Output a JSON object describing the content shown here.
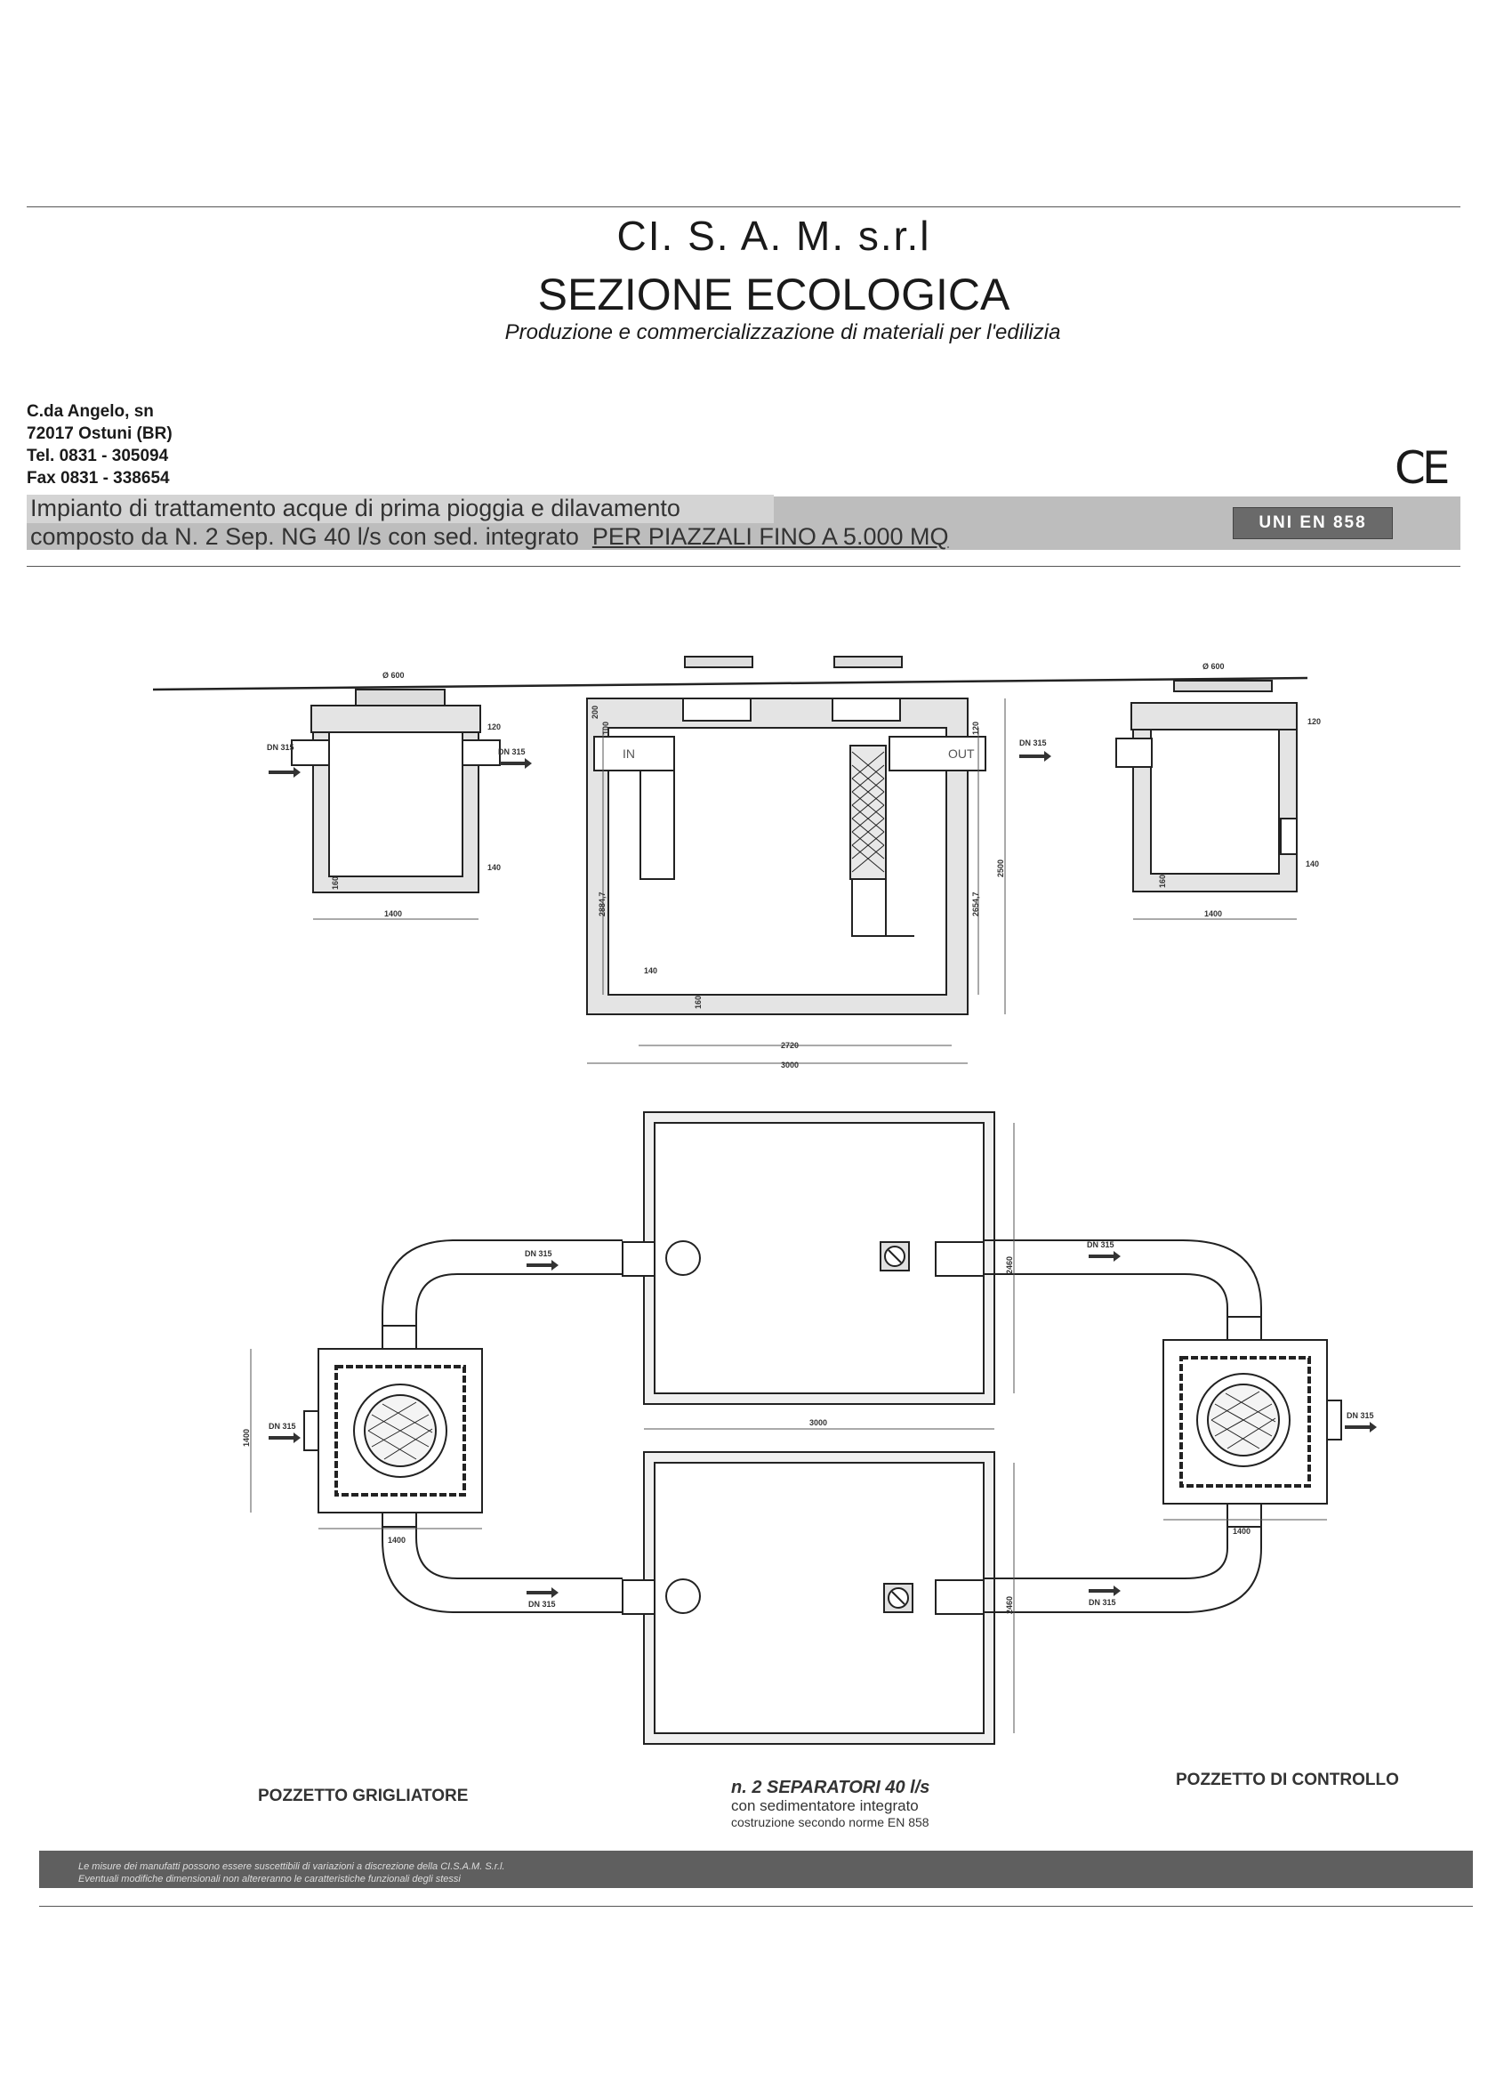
{
  "header": {
    "company": "CI. S. A. M.  s.r.l",
    "section": "SEZIONE ECOLOGICA",
    "tagline": "Produzione e commercializzazione di materiali per l'edilizia"
  },
  "address": {
    "street": "C.da Angelo, sn",
    "city": "72017 Ostuni  (BR)",
    "tel": "Tel. 0831 - 305094",
    "fax": "Fax 0831 - 338654"
  },
  "ce_mark": "CE",
  "description": {
    "line1": "Impianto di trattamento acque di prima pioggia e dilavamento",
    "line2_prefix": "composto da N. 2 Sep. NG 40 l/s con sed. integrato",
    "line2_underlined": "PER PIAZZALI FINO A 5.000 MQ",
    "standard_badge": "UNI EN 858"
  },
  "drawing": {
    "section_labels": {
      "diam_left": "Ø 600",
      "diam_right": "Ø 600",
      "dn_left_in": "DN 315",
      "dn_left_out": "DN 315",
      "dn_right_in": "DN 315",
      "in": "IN",
      "out": "OUT",
      "d120_left": "120",
      "d120_right": "120",
      "d120_sep": "120",
      "d140_left": "140",
      "d140_right": "140",
      "d140_sep": "140",
      "d160_left": "160",
      "d160_right": "160",
      "d160_sep": "160",
      "d200": "200",
      "d100": "100",
      "d1400_left": "1400",
      "d1400_right": "1400",
      "h_left": "2884,7",
      "h_right": "2654,7",
      "h_total": "2500",
      "w_inner": "2720",
      "w_outer": "3000"
    },
    "plan_labels": {
      "dn_top_left": "DN 315",
      "dn_top_right": "DN 315",
      "dn_bottom_left": "DN 315",
      "dn_bottom_right": "DN 315",
      "dn_in": "DN 315",
      "dn_out": "DN 315",
      "w_sep": "3000",
      "h_sep_top": "2460",
      "h_sep_bottom": "2460",
      "h_pozzetto": "1400",
      "w_pozzetto_left": "1400",
      "w_pozzetto_right": "1400"
    }
  },
  "captions": {
    "left": "POZZETTO GRIGLIATORE",
    "center_title": "n. 2 SEPARATORI  40 l/s",
    "center_sub1": "con sedimentatore integrato",
    "center_sub2": "costruzione secondo norme EN 858",
    "right": "POZZETTO DI CONTROLLO"
  },
  "footer": {
    "line1": "Le misure dei manufatti possono essere suscettibili di variazioni a discrezione della CI.S.A.M. S.r.l.",
    "line2": "Eventuali modifiche dimensionali non altereranno le caratteristiche funzionali degli stessi"
  }
}
